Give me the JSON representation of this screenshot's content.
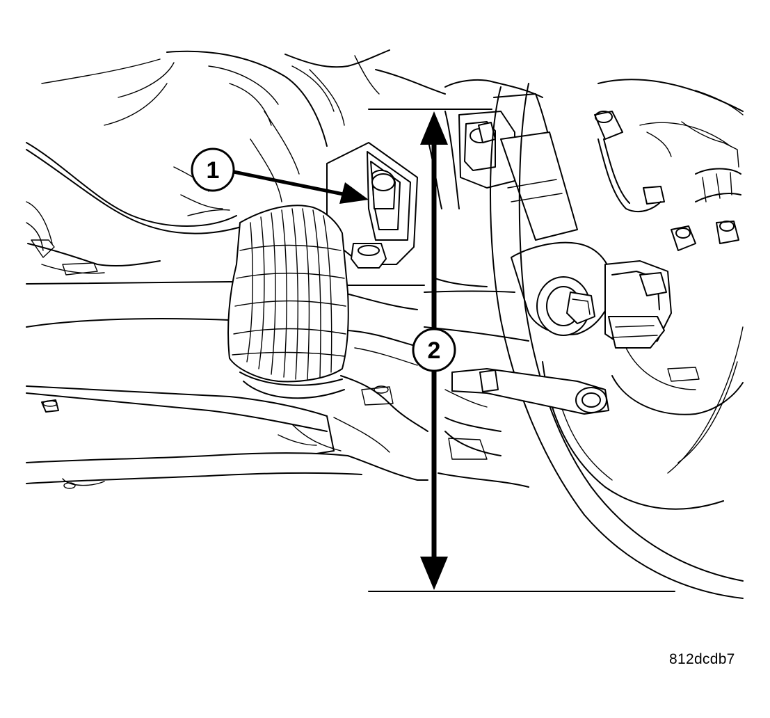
{
  "callouts": [
    {
      "number": "1"
    },
    {
      "number": "2"
    }
  ],
  "figure_id": "812dcdb7"
}
